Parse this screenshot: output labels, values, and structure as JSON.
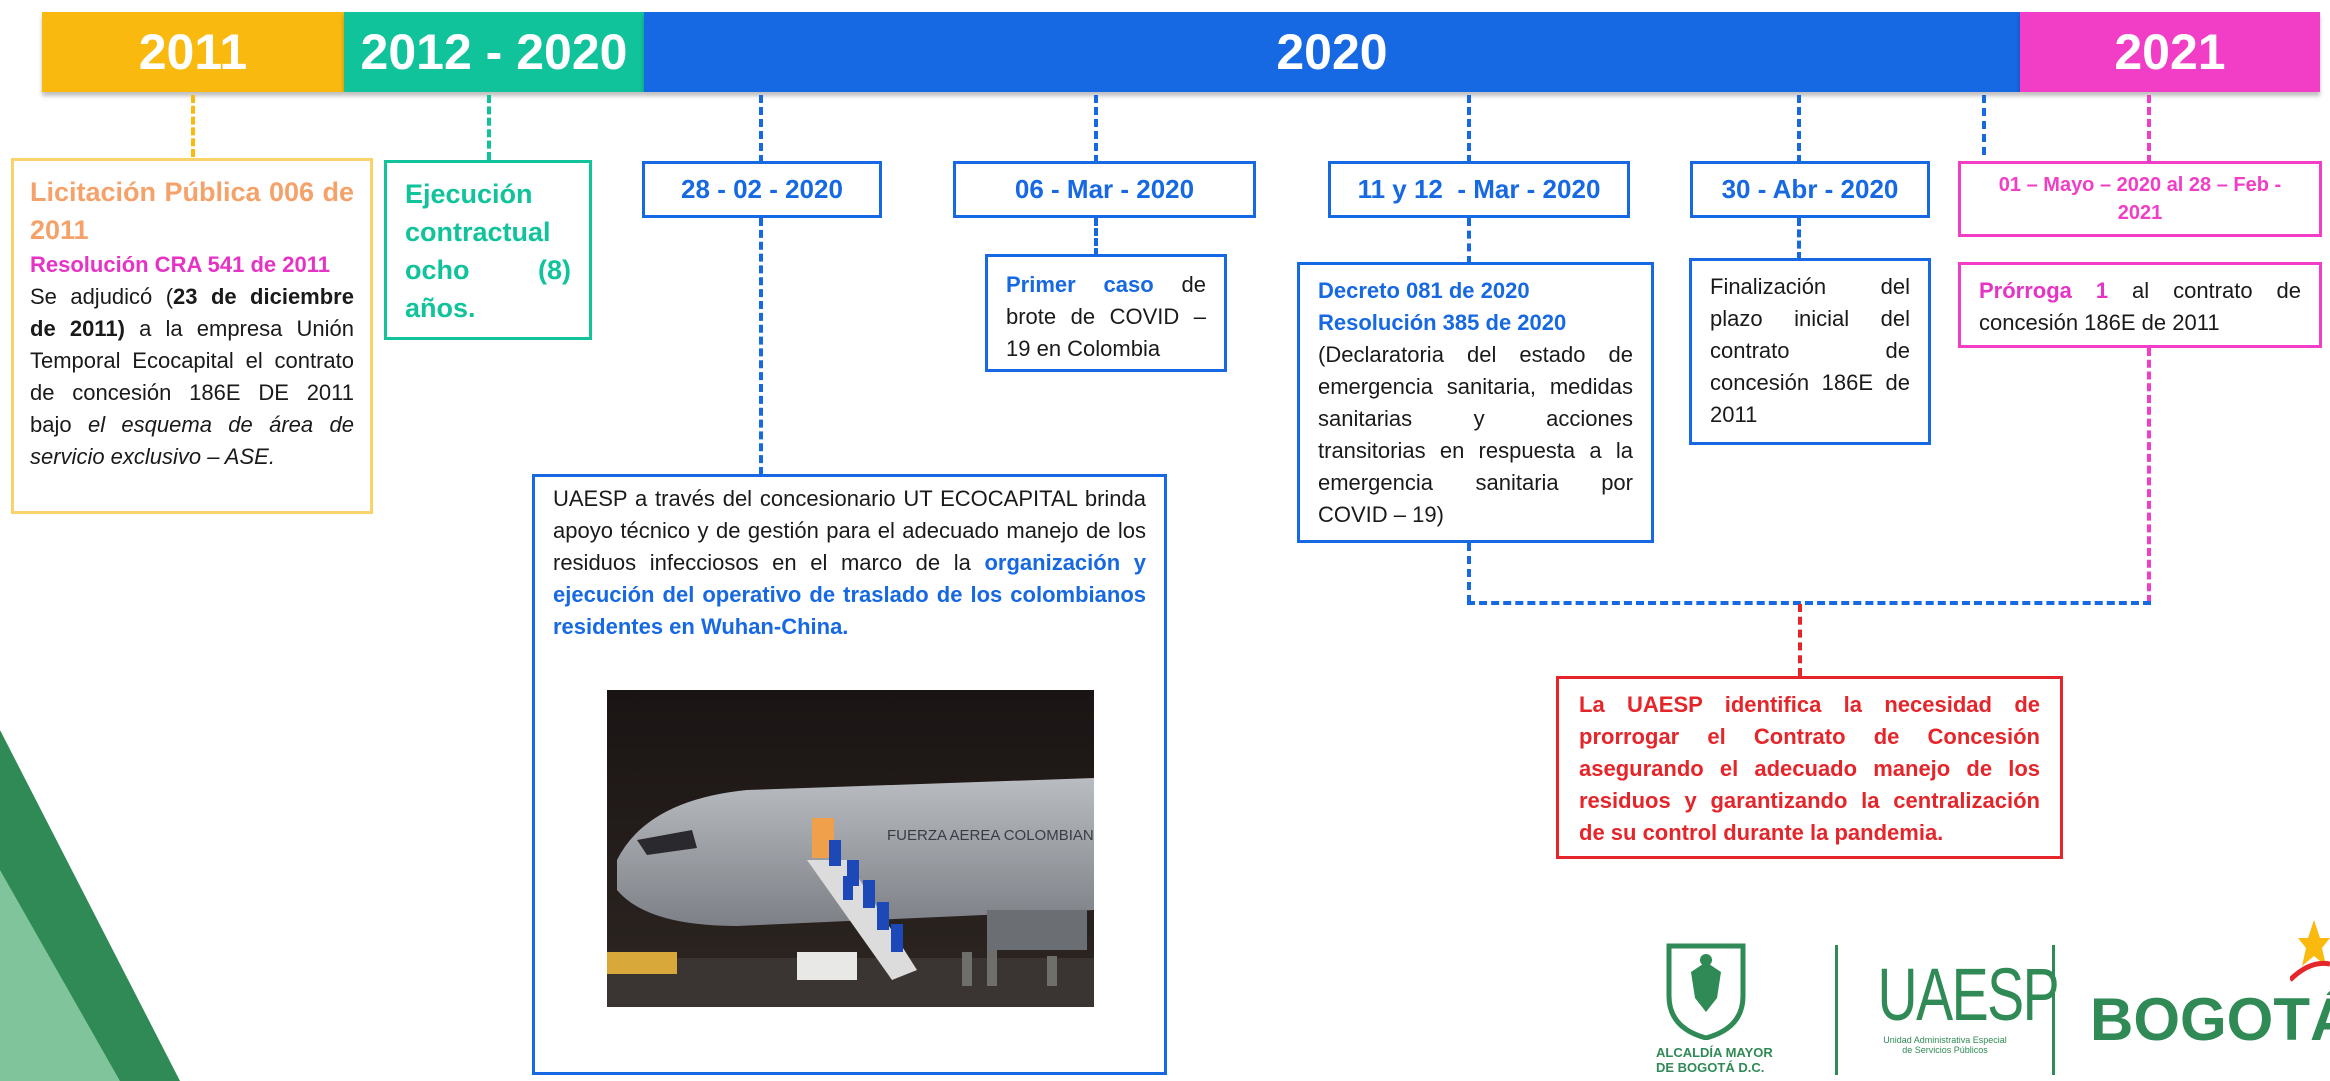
{
  "timeline": {
    "y2011": {
      "label": "2011",
      "color": "#f9b90f"
    },
    "y2012": {
      "label": "2012 - 2020",
      "color": "#10c39a"
    },
    "y2020": {
      "label": "2020",
      "color": "#1668e3"
    },
    "y2021": {
      "label": "2021",
      "color": "#f23dc6"
    }
  },
  "dates": {
    "d1": "28 - 02 - 2020",
    "d2": "06 - Mar - 2020",
    "d3": "11 y 12  - Mar - 2020",
    "d4": "30 - Abr - 2020",
    "d5": "01 – Mayo – 2020 al 28 – Feb - 2021"
  },
  "licitacion": {
    "title": "Licitación Pública 006 de 2011",
    "resolucion": "Resolución CRA 541 de 2011",
    "text1": "Se adjudicó (",
    "date": "23 de diciembre de 2011)",
    "text2": " a la empresa Unión Temporal Ecocapital el contrato de concesión 186E DE 2011 bajo ",
    "italic": "el esquema de área de servicio exclusivo – ASE."
  },
  "ejecucion": {
    "text": "Ejecución contractual ocho (8) años."
  },
  "primer_caso": {
    "bold": "Primer caso",
    "rest": " de brote de COVID – 19 en Colombia"
  },
  "decreto": {
    "line1": "Decreto 081 de 2020",
    "line2": "Resolución 385 de 2020",
    "rest": "(Declaratoria del estado de emergencia sanitaria, medidas sanitarias y acciones transitorias en respuesta a la emergencia sanitaria por COVID – 19)"
  },
  "finalizacion": {
    "text": "Finalización del plazo inicial del contrato de concesión 186E de 2011"
  },
  "prorroga": {
    "bold": "Prórroga 1",
    "rest": " al contrato de concesión 186E de 2011"
  },
  "uaesp": {
    "text": "UAESP a través del concesionario UT ECOCAPITAL brinda apoyo técnico y de gestión para el adecuado manejo de los residuos infecciosos en el marco de la ",
    "blue": "organización y ejecución del operativo de traslado de los colombianos residentes en Wuhan-China.",
    "photo_text": "FUERZA AEREA COLOMBIANA"
  },
  "necesidad": {
    "text": "La UAESP identifica la necesidad de prorrogar el Contrato de Concesión asegurando el adecuado manejo de los residuos y garantizando la centralización de su control durante la pandemia."
  },
  "logos": {
    "alcaldia_line1": "ALCALDÍA MAYOR",
    "alcaldia_line2": "DE BOGOTÁ D.C.",
    "uaesp": "UAESP",
    "uaesp_sub1": "Unidad Administrativa Especial",
    "uaesp_sub2": "de Servicios Públicos",
    "bogota": "BOGOTÁ"
  },
  "colors": {
    "blue": "#1668e3",
    "green": "#10c39a",
    "yellow": "#f9b90f",
    "magenta": "#f23dc6",
    "red": "#e5252a",
    "orange": "#f5a26a"
  }
}
